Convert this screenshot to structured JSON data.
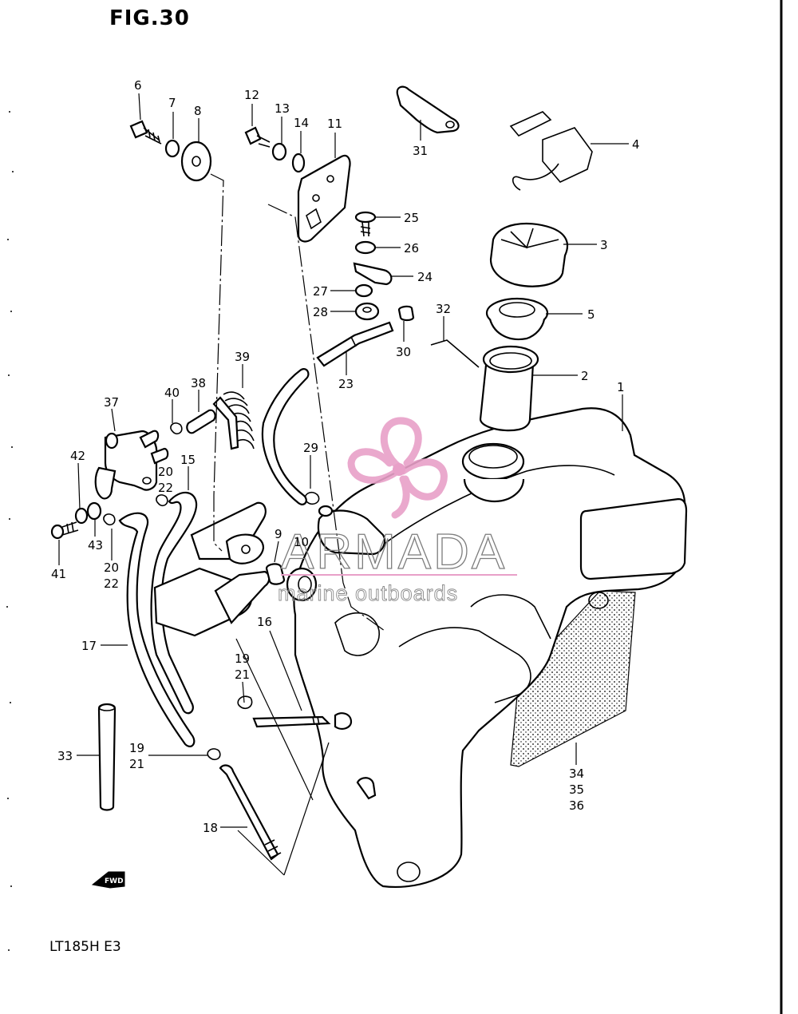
{
  "figure": {
    "title": "FIG.30",
    "model": "LT185H  E3",
    "fwd_label": "FWD"
  },
  "watermark": {
    "brand": "ARMADA",
    "tagline": "marine outboards",
    "logo_color": "#e8a0c8"
  },
  "callouts": {
    "c1": "1",
    "c2": "2",
    "c3": "3",
    "c4": "4",
    "c5": "5",
    "c6": "6",
    "c7": "7",
    "c8": "8",
    "c9": "9",
    "c10": "10",
    "c11": "11",
    "c12": "12",
    "c13": "13",
    "c14": "14",
    "c15": "15",
    "c16": "16",
    "c17": "17",
    "c18": "18",
    "c19a": "19",
    "c21a": "21",
    "c19b": "19",
    "c21b": "21",
    "c20a": "20",
    "c22a": "22",
    "c20b": "20",
    "c22b": "22",
    "c23": "23",
    "c24": "24",
    "c25": "25",
    "c26": "26",
    "c27": "27",
    "c28": "28",
    "c29": "29",
    "c30": "30",
    "c31": "31",
    "c32": "32",
    "c33": "33",
    "c34": "34",
    "c35": "35",
    "c36": "36",
    "c37": "37",
    "c38": "38",
    "c39": "39",
    "c40": "40",
    "c41": "41",
    "c42": "42",
    "c43": "43"
  }
}
